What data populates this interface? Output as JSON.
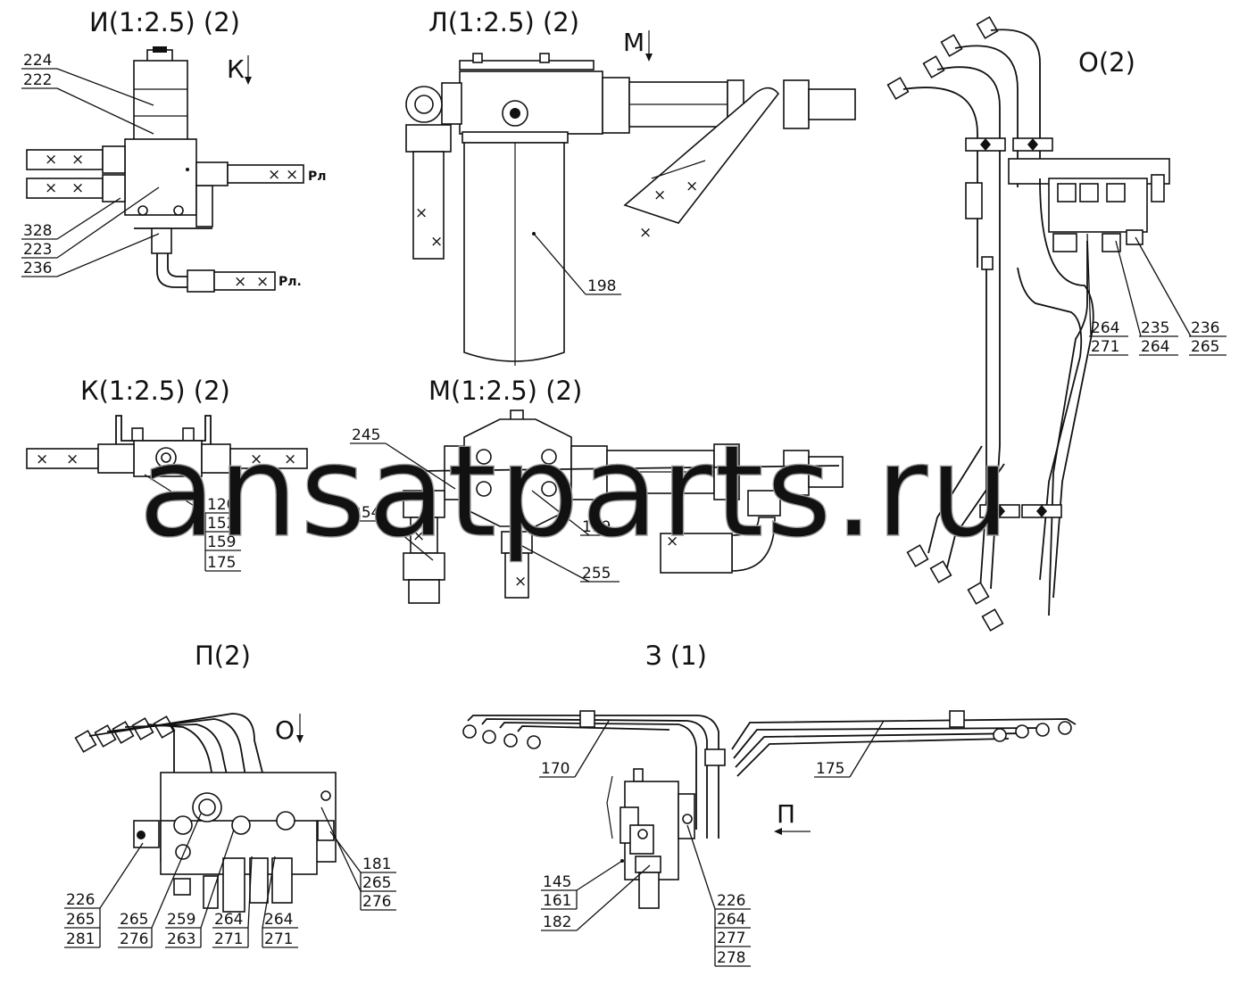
{
  "views": {
    "I": {
      "title": "И(1:2.5) (2)",
      "arrow_label": "К",
      "labels": [
        "224",
        "222",
        "328",
        "223",
        "236"
      ],
      "rl_top": "Рл",
      "rl_bottom": "Рл."
    },
    "L": {
      "title": "Л(1:2.5) (2)",
      "arrow_label": "М",
      "labels": [
        "198"
      ]
    },
    "O": {
      "title": "О(2)",
      "labels": [
        "264",
        "271",
        "235",
        "264",
        "236",
        "265"
      ]
    },
    "K": {
      "title": "К(1:2.5) (2)",
      "labels": [
        "120",
        "152",
        "159",
        "175"
      ]
    },
    "M": {
      "title": "М(1:2.5) (2)",
      "labels": [
        "245",
        "254",
        "199",
        "255"
      ]
    },
    "P": {
      "title": "П(2)",
      "arrow_label": "О",
      "labels": [
        "226",
        "265",
        "281",
        "265",
        "276",
        "259",
        "263",
        "264",
        "271",
        "264",
        "271",
        "181",
        "265",
        "276"
      ]
    },
    "Z": {
      "title": "З (1)",
      "arrow_label": "П",
      "labels": [
        "170",
        "175",
        "145",
        "161",
        "182",
        "226",
        "264",
        "277",
        "278"
      ]
    }
  },
  "watermark": "ansatparts.ru"
}
